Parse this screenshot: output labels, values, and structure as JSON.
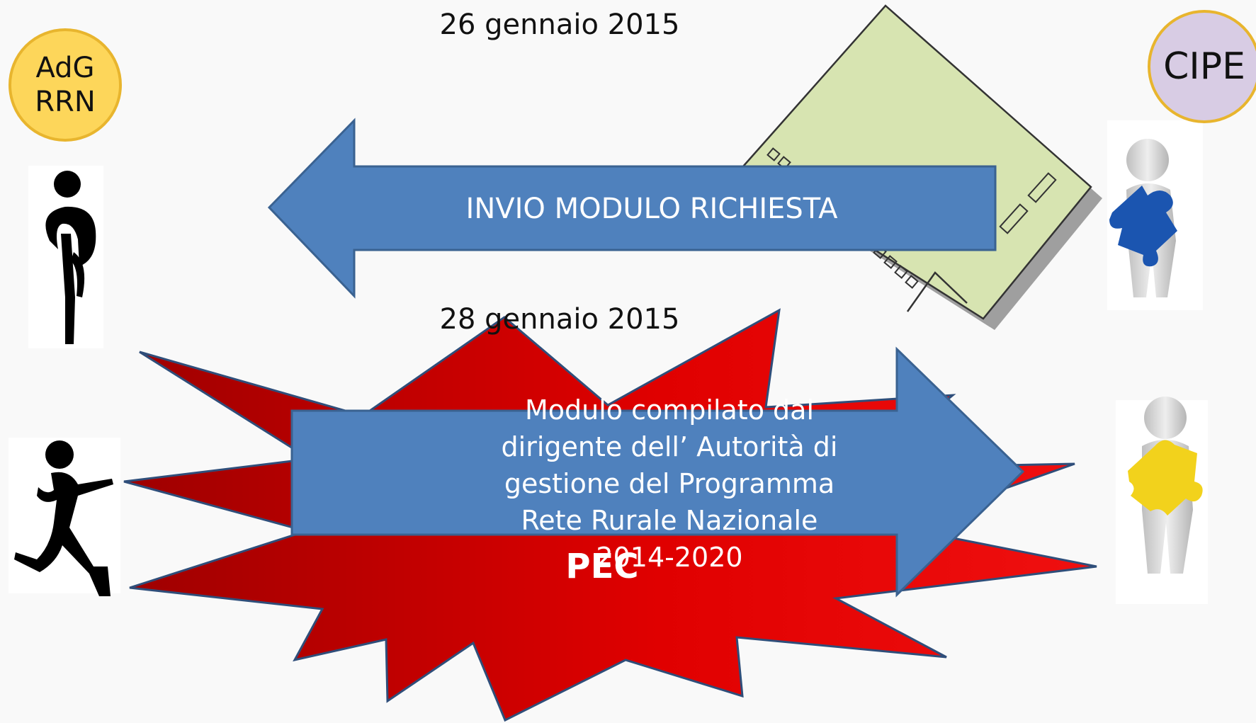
{
  "dates": {
    "first": "26 gennaio 2015",
    "second": "28 gennaio 2015"
  },
  "actors": {
    "left": [
      "AdG",
      "RRN"
    ],
    "right": "CIPE"
  },
  "arrows": {
    "request": "INVIO MODULO RICHIESTA",
    "response": "Modulo compilato dal dirigente dell’ Autorità di gestione del Programma Rete Rurale Nazionale 2014-2020"
  },
  "burst_label": "PEC",
  "colors": {
    "arrow_blue": "#4f81bd",
    "burst_red": "#e00000",
    "document_green": "#d7e4b1",
    "puzzle_blue": "#1b55b0",
    "puzzle_yellow": "#f2d21c",
    "circle_yellow": "#fdd65a",
    "circle_lilac": "#d8cce4"
  },
  "icons": [
    "runner-silhouette-icon",
    "running-man-icon",
    "document-form-icon",
    "puzzle-figure-blue-icon",
    "puzzle-figure-yellow-icon"
  ]
}
